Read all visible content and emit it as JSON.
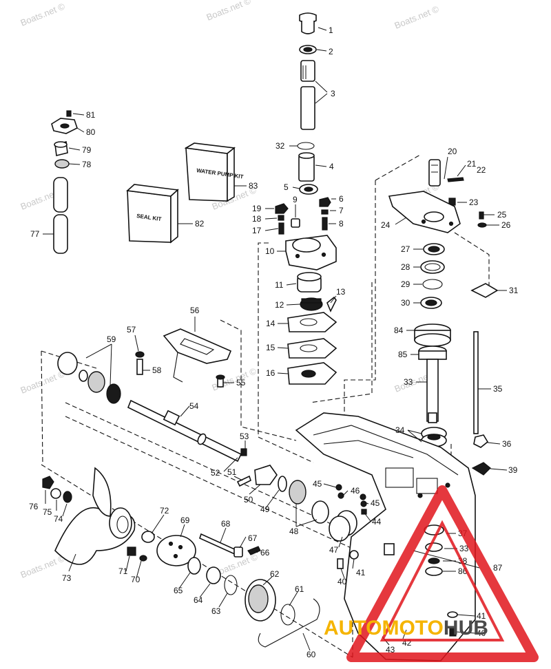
{
  "watermark": {
    "text": "Boats.net ©"
  },
  "boxes": {
    "water_pump_kit": "WATER PUMP KIT",
    "seal_kit": "SEAL KIT"
  },
  "logo": {
    "part1": "AUTO",
    "part2": "MOTO",
    "part3": "HUB",
    "accent": "#f5b400",
    "red": "#e0151c"
  },
  "callouts": [
    "1",
    "2",
    "3",
    "32",
    "4",
    "5",
    "6",
    "7",
    "8",
    "9",
    "19",
    "18",
    "17",
    "10",
    "11",
    "12",
    "13",
    "14",
    "15",
    "16",
    "20",
    "21",
    "22",
    "23",
    "24",
    "25",
    "26",
    "27",
    "28",
    "29",
    "30",
    "31",
    "84",
    "85",
    "33",
    "35",
    "34",
    "36",
    "39",
    "81",
    "80",
    "79",
    "78",
    "77",
    "83",
    "82",
    "56",
    "57",
    "58",
    "55",
    "59",
    "54",
    "53",
    "52",
    "51",
    "50",
    "49",
    "45",
    "46",
    "45",
    "44",
    "48",
    "47",
    "41",
    "40",
    "37",
    "33",
    "38",
    "86",
    "87",
    "41",
    "40",
    "43",
    "42",
    "76",
    "75",
    "74",
    "73",
    "72",
    "69",
    "68",
    "67",
    "66",
    "71",
    "70",
    "65",
    "64",
    "63",
    "62",
    "61",
    "60"
  ]
}
